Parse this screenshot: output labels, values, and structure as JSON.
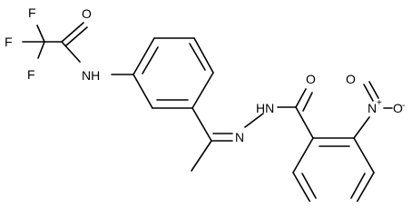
{
  "atoms": {
    "f1": "F",
    "f2": "F",
    "f3": "F",
    "o_amide": "O",
    "nh_amide": "NH",
    "o_hydrazide": "O",
    "hn_hydrazide": "HN",
    "n_imine": "N",
    "n_nitro": "N",
    "n_nitro_charge": "+",
    "o_nitro_top": "O",
    "o_nitro_right": "O",
    "o_nitro_charge": "-"
  },
  "colors": {
    "bond": "#000000",
    "label": "#000000",
    "background": "#ffffff"
  }
}
